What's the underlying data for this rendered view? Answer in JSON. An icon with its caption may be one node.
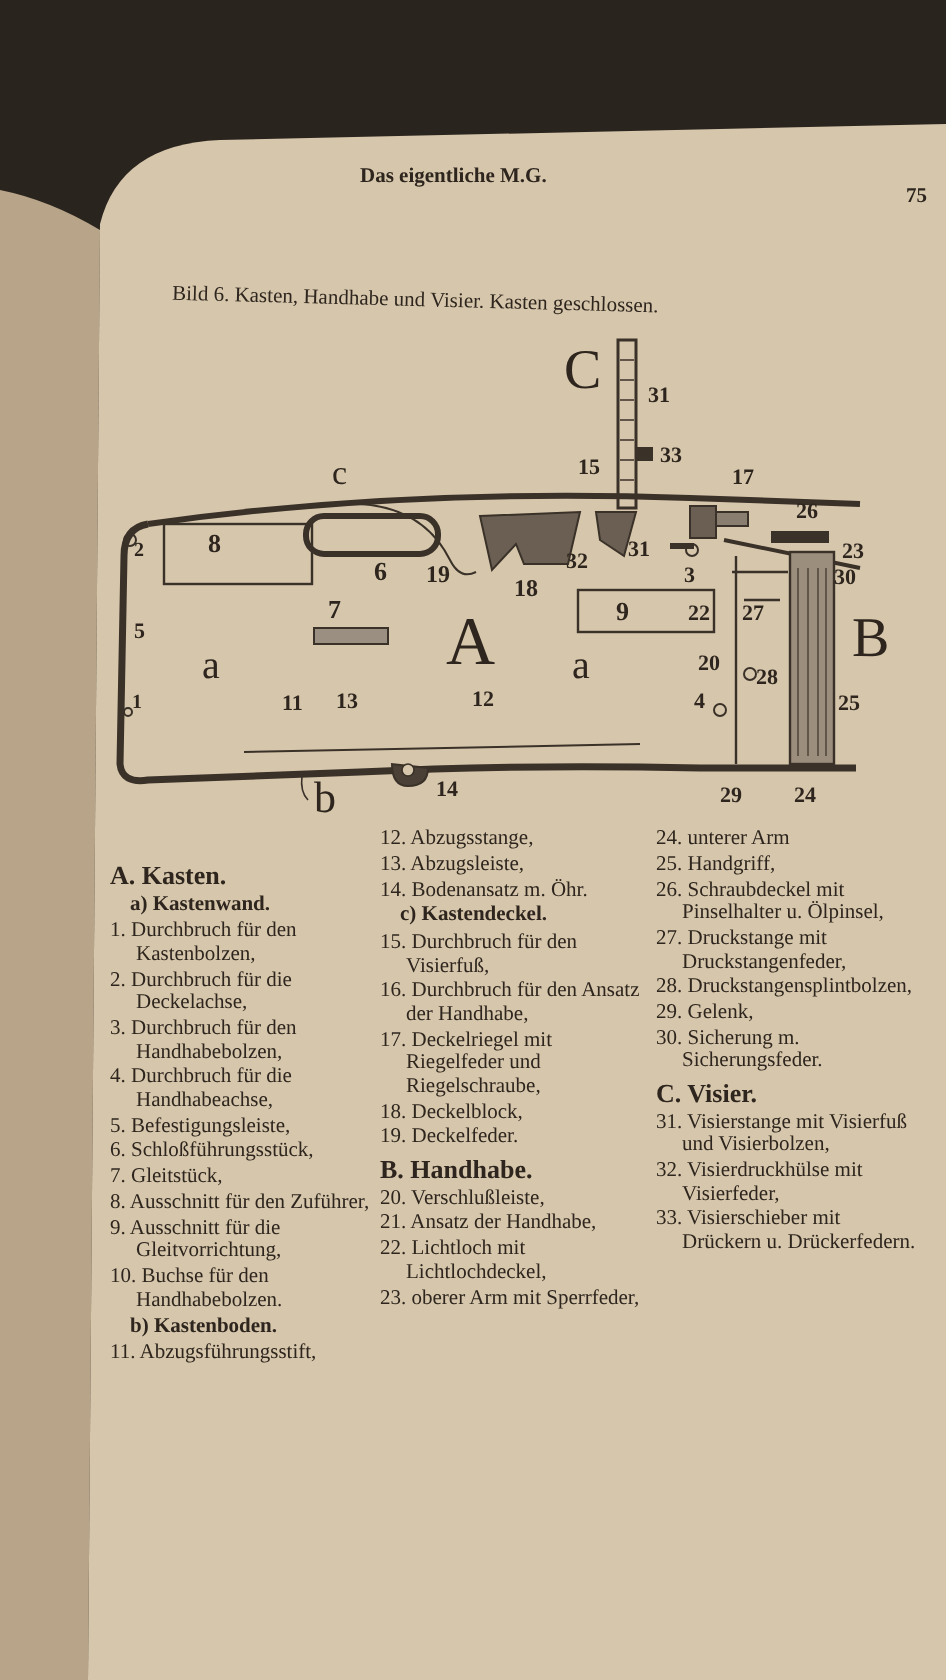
{
  "diagram": {
    "title": "Bild 6. Kasten, Handhabe und Visier. Kasten geschlossen.",
    "labels": [
      "Das eigentliche M.G.",
      "75",
      "C",
      "31",
      "33",
      "c",
      "15",
      "17",
      "26",
      "2",
      "8",
      "31",
      "23",
      "32",
      "6",
      "19",
      "3",
      "30",
      "18",
      "9",
      "22",
      "27",
      "5",
      "7",
      "A",
      "B",
      "a",
      "a",
      "20",
      "28",
      "1",
      "11",
      "13",
      "12",
      "4",
      "25",
      "b",
      "14",
      "29",
      "24",
      "A. Kasten.",
      "a) Kastenwand.",
      "1. Durchbruch für den Kastenbolzen,",
      "2. Durchbruch für die Deckelachse,",
      "3. Durchbruch für den Handhabebolzen,",
      "4. Durchbruch für die Handhabeachse,",
      "5. Befestigungsleiste,",
      "6. Schloßführungsstück,",
      "7. Gleitstück,",
      "8. Ausschnitt für den Zuführer,",
      "9. Ausschnitt für die Gleitvorrichtung,",
      "10. Buchse für den Handhabebolzen.",
      "b) Kastenboden.",
      "11. Abzugsführungsstift,",
      "12. Abzugsstange,",
      "13. Abzugsleiste,",
      "14. Bodenansatz m. Öhr.",
      "c) Kastendeckel.",
      "15. Durchbruch für den Visierfuß,",
      "16. Durchbruch für den Ansatz der Handhabe,",
      "17. Deckelriegel mit Riegelfeder und Riegelschraube,",
      "18. Deckelblock,",
      "19. Deckelfeder.",
      "B. Handhabe.",
      "20. Verschlußleiste,",
      "21. Ansatz der Handhabe,",
      "22. Lichtloch mit Lichtlochdeckel,",
      "23. oberer Arm mit Sperrfeder,",
      "24. unterer Arm",
      "25. Handgriff,",
      "26. Schraubdeckel mit Pinselhalter u. Ölpinsel,",
      "27. Druckstange mit Druckstangenfeder,",
      "28. Druckstangensplintbolzen,",
      "29. Gelenk,",
      "30. Sicherung m. Sicherungsfeder.",
      "C. Visier.",
      "31. Visierstange mit Visierfuß und Visierbolzen,",
      "32. Visierdruckhülse mit Visierfeder,",
      "33. Visierschieber mit Drückern u. Drückerfedern."
    ]
  }
}
